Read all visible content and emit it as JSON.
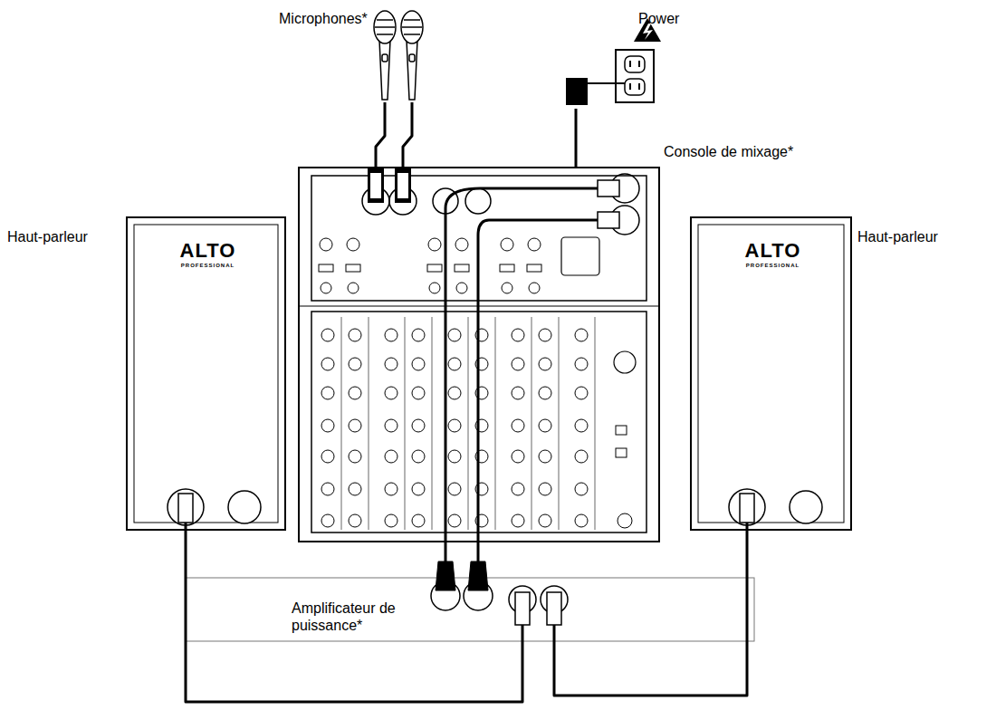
{
  "diagram": {
    "nodes": [
      {
        "text": [
          "Microphones*"
        ]
      },
      {
        "text": [
          "Power"
        ]
      },
      {
        "text": [
          "Console de mixage*"
        ]
      },
      {
        "text": [
          "Haut-parleur",
          "ALTO",
          "PROFESSIONAL"
        ]
      },
      {
        "text": [
          "Haut-parleur",
          "ALTO",
          "PROFESSIONAL"
        ]
      },
      {
        "text": [
          "Amplificateur de puissance*"
        ]
      }
    ],
    "edges": [
      {
        "from": 0,
        "to": 2,
        "arrow": "none"
      },
      {
        "from": 0,
        "to": 2,
        "arrow": "none"
      },
      {
        "from": 1,
        "to": 2,
        "arrow": "none"
      },
      {
        "from": 2,
        "to": 5,
        "arrow": "none"
      },
      {
        "from": 2,
        "to": 5,
        "arrow": "none"
      },
      {
        "from": 5,
        "to": 3,
        "arrow": "none"
      },
      {
        "from": 5,
        "to": 4,
        "arrow": "none"
      }
    ]
  }
}
